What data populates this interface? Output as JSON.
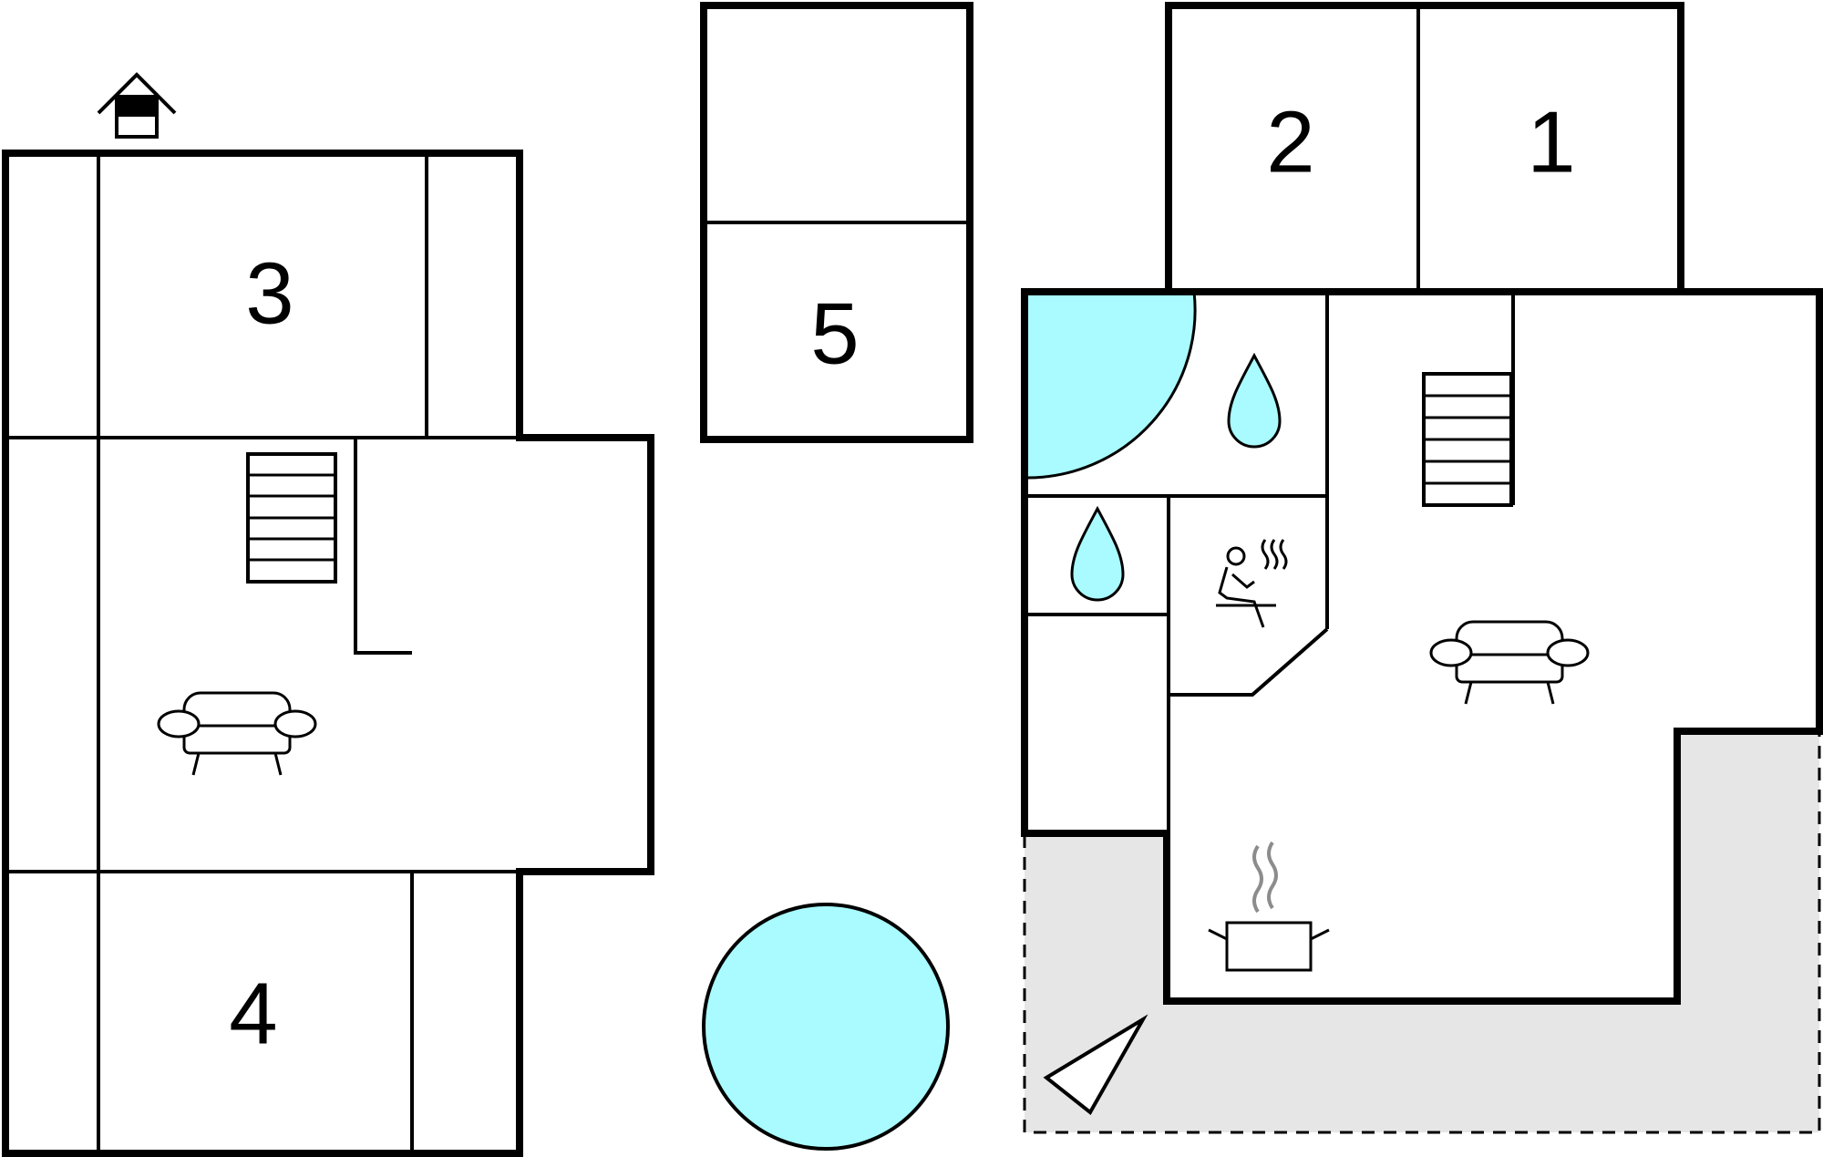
{
  "colors": {
    "wall": "#000000",
    "water": "#a9fbff",
    "terrace": "#e6e6e6",
    "steam": "#8c8c8c"
  },
  "rooms": [
    {
      "id": "room-1",
      "label": "1"
    },
    {
      "id": "room-2",
      "label": "2"
    },
    {
      "id": "room-3",
      "label": "3"
    },
    {
      "id": "room-4",
      "label": "4"
    },
    {
      "id": "room-5",
      "label": "5"
    }
  ],
  "icons": [
    "entrance-icon",
    "stairs-icon",
    "sofa-icon",
    "water-drop-icon",
    "sauna-icon",
    "cooking-pot-icon",
    "pool-icon",
    "whirlpool-icon",
    "terrace-icon",
    "viewpoint-icon"
  ]
}
